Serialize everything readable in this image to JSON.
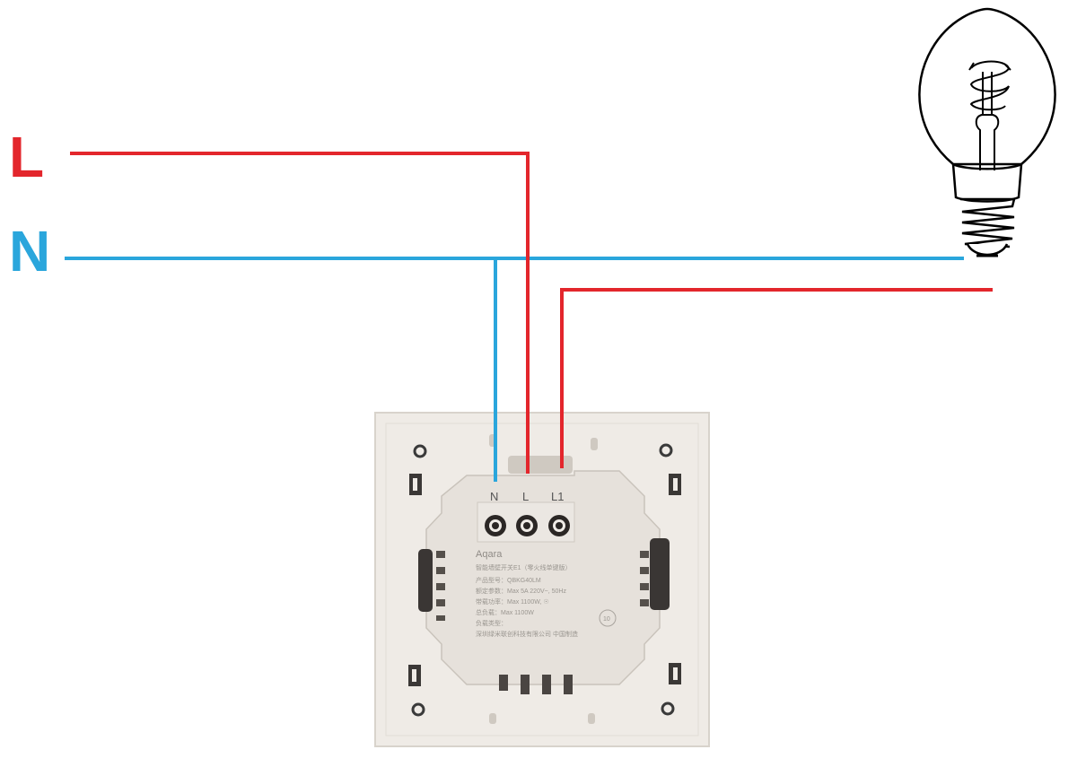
{
  "labels": {
    "line": "L",
    "neutral": "N"
  },
  "terminals": [
    "N",
    "L",
    "L1"
  ],
  "device": {
    "brand": "Aqara",
    "product_name": "智能墙壁开关E1（零火线单键版）",
    "spec_lines": [
      "产品型号：QBKG40LM",
      "额定参数：Max 5A 220V~, 50Hz",
      "带载功率：Max 1100W, ☉",
      "总负载：Max 1100W",
      "负载类型：",
      "深圳绿米联创科技有限公司 中国制造"
    ],
    "badge": "10"
  },
  "colors": {
    "line_wire": "#e3262c",
    "neutral_wire": "#2aa6dc",
    "plate": "#efebe6",
    "module": "#e6e1db"
  },
  "icons": [
    "light-bulb-icon",
    "screw-terminal-icon"
  ]
}
